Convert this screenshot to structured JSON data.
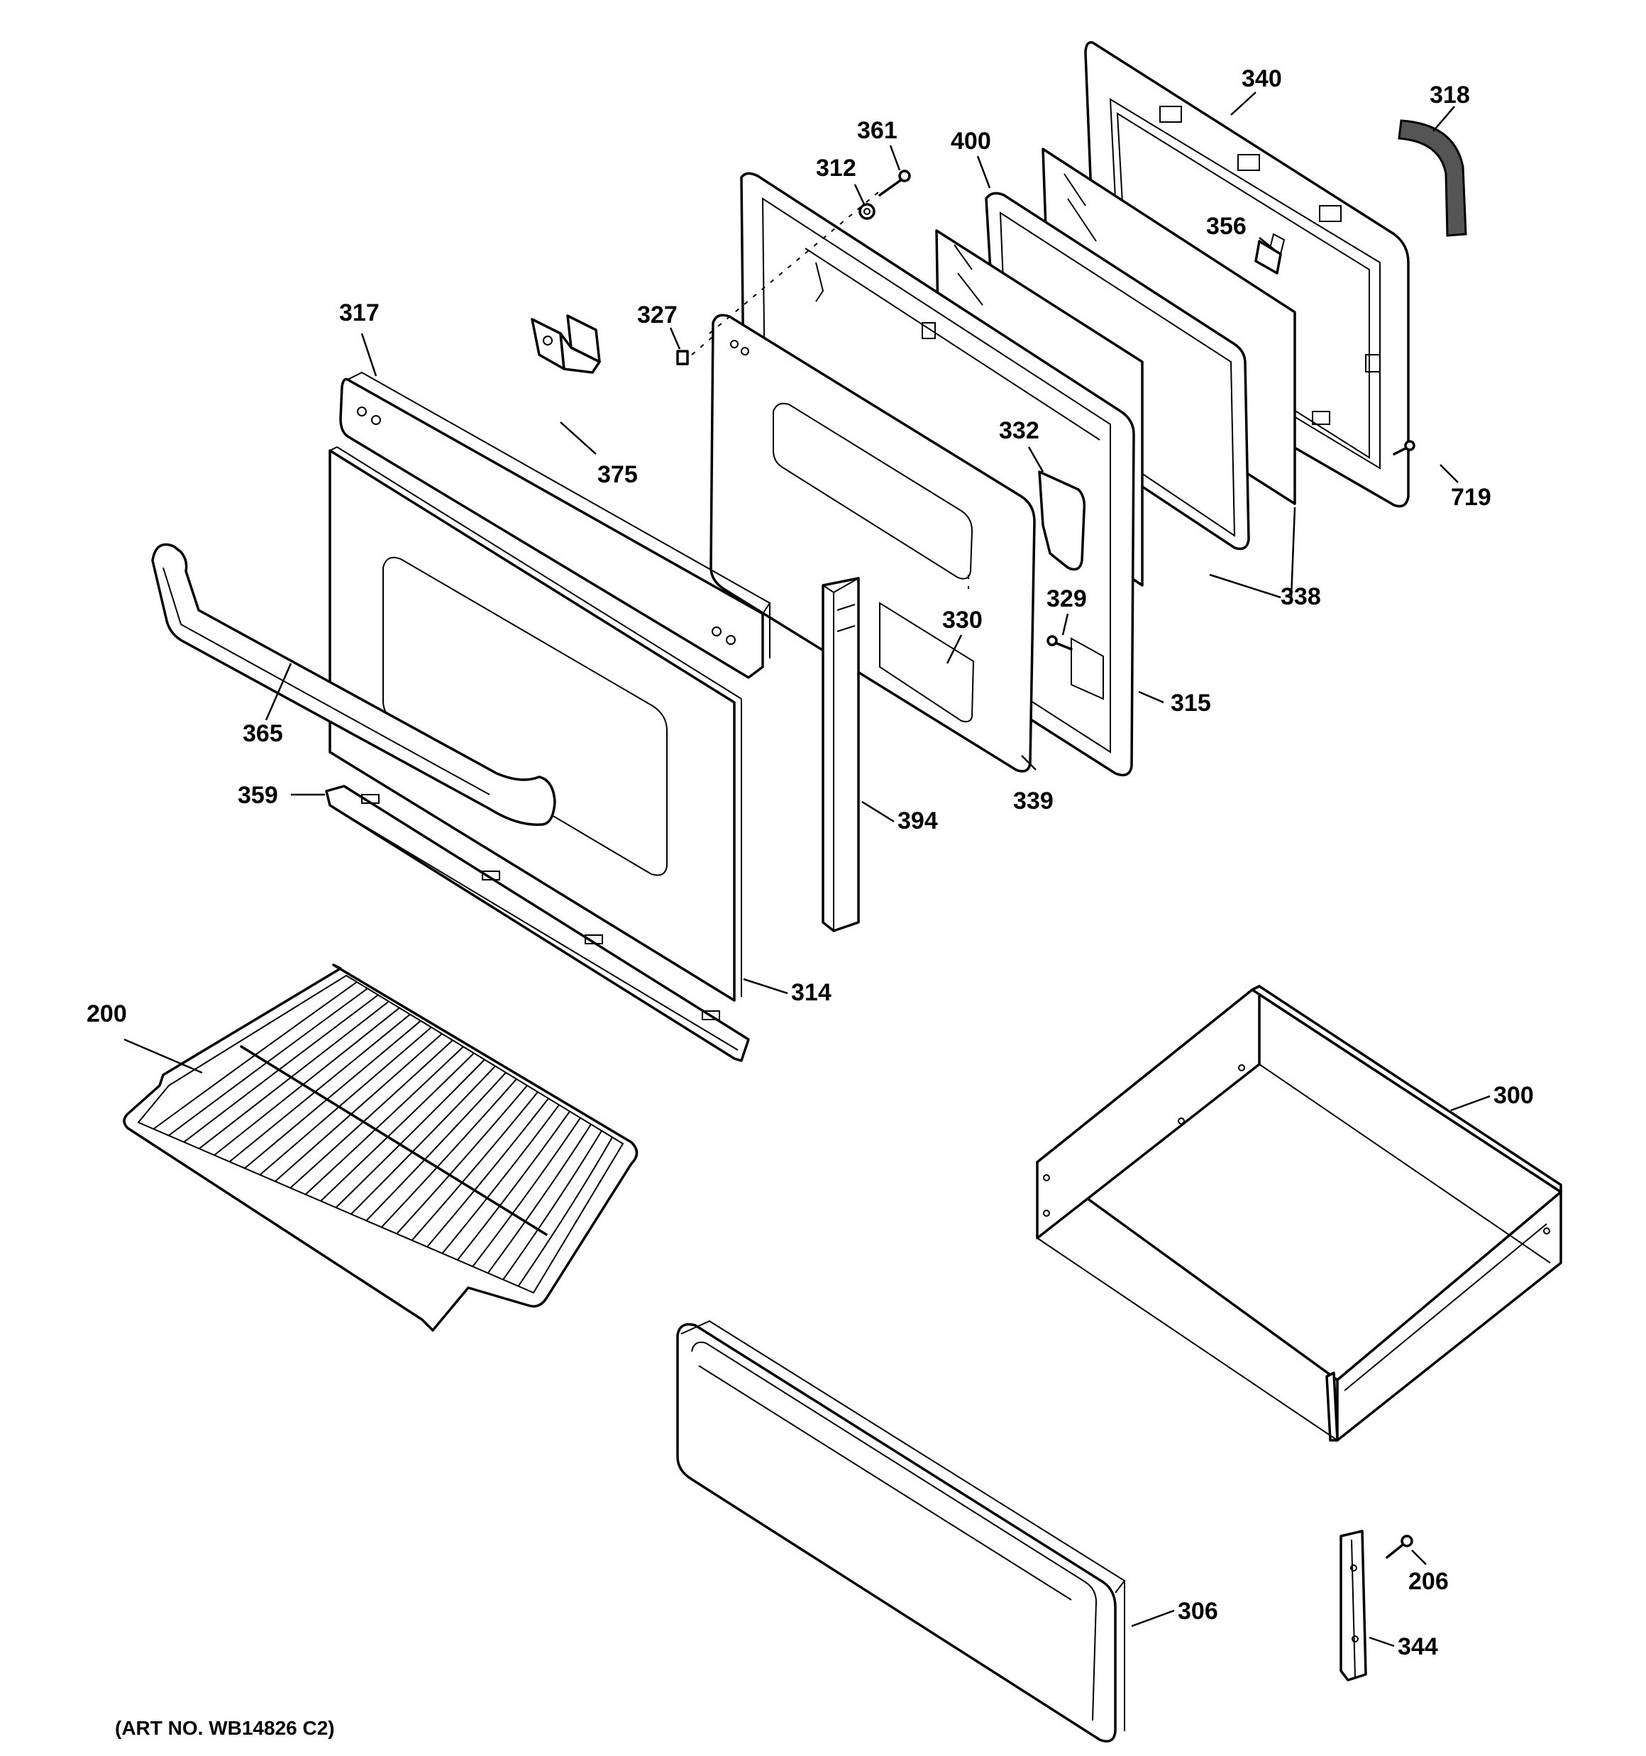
{
  "art_number": "(ART NO. WB14826 C2)",
  "callouts": [
    {
      "id": "c340",
      "label": "340"
    },
    {
      "id": "c318",
      "label": "318"
    },
    {
      "id": "c361",
      "label": "361"
    },
    {
      "id": "c400",
      "label": "400"
    },
    {
      "id": "c312",
      "label": "312"
    },
    {
      "id": "c356",
      "label": "356"
    },
    {
      "id": "c327",
      "label": "327"
    },
    {
      "id": "c317",
      "label": "317"
    },
    {
      "id": "c332",
      "label": "332"
    },
    {
      "id": "c719",
      "label": "719"
    },
    {
      "id": "c375",
      "label": "375"
    },
    {
      "id": "c338",
      "label": "338"
    },
    {
      "id": "c329",
      "label": "329"
    },
    {
      "id": "c330",
      "label": "330"
    },
    {
      "id": "c315",
      "label": "315"
    },
    {
      "id": "c365",
      "label": "365"
    },
    {
      "id": "c339",
      "label": "339"
    },
    {
      "id": "c359",
      "label": "359"
    },
    {
      "id": "c394",
      "label": "394"
    },
    {
      "id": "c314",
      "label": "314"
    },
    {
      "id": "c200",
      "label": "200"
    },
    {
      "id": "c300",
      "label": "300"
    },
    {
      "id": "c206",
      "label": "206"
    },
    {
      "id": "c306",
      "label": "306"
    },
    {
      "id": "c344",
      "label": "344"
    }
  ]
}
